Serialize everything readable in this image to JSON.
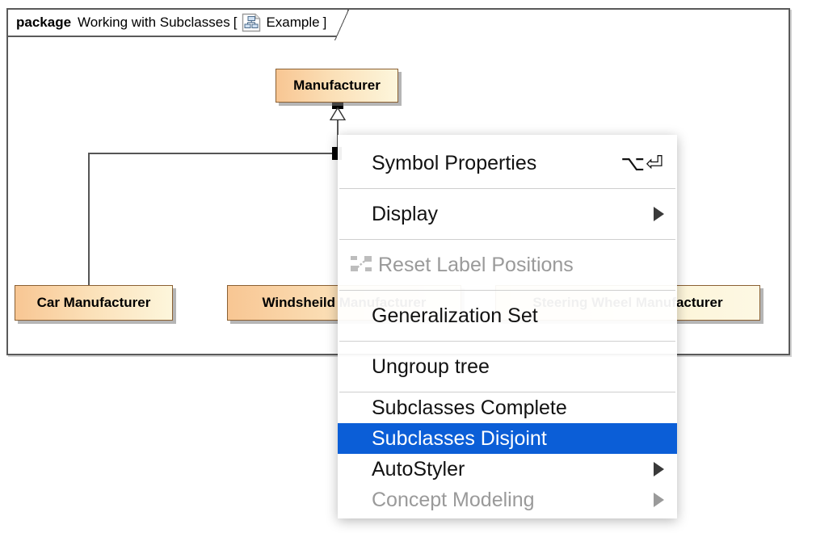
{
  "package": {
    "keyword": "package",
    "name": "Working with Subclasses",
    "bracket_open": "[",
    "bracket_close": "]",
    "diagram_label": "Example",
    "diagram_icon": "diagram-tree-icon"
  },
  "diagram": {
    "classes": [
      {
        "id": "manufacturer",
        "name": "Manufacturer"
      },
      {
        "id": "car",
        "name": "Car Manufacturer"
      },
      {
        "id": "windshield",
        "name": "Windsheild Manufacturer"
      },
      {
        "id": "steering",
        "name": "Steering Wheel Manufacturer"
      }
    ],
    "relationship": "generalization-tree",
    "colors": {
      "class_fill_start": "#f8c693",
      "class_fill_end": "#fdf6dc",
      "class_border": "#8a6033",
      "frame_border": "#5a5a5a",
      "connector": "#555555"
    }
  },
  "context_menu": {
    "highlight_color": "#0b5ed7",
    "items": [
      {
        "label": "Symbol Properties",
        "shortcut": "⌥⏎",
        "enabled": true,
        "submenu": false,
        "selected": false,
        "icon": null
      },
      {
        "label": "Display",
        "shortcut": "",
        "enabled": true,
        "submenu": true,
        "selected": false,
        "icon": null
      },
      {
        "label": "Reset Label Positions",
        "shortcut": "",
        "enabled": false,
        "submenu": false,
        "selected": false,
        "icon": "reset-label-positions-icon"
      },
      {
        "label": "Generalization Set",
        "shortcut": "",
        "enabled": true,
        "submenu": false,
        "selected": false,
        "icon": null
      },
      {
        "label": "Ungroup tree",
        "shortcut": "",
        "enabled": true,
        "submenu": false,
        "selected": false,
        "icon": null
      },
      {
        "label": "Subclasses Complete",
        "shortcut": "",
        "enabled": true,
        "submenu": false,
        "selected": false,
        "icon": null
      },
      {
        "label": "Subclasses Disjoint",
        "shortcut": "",
        "enabled": true,
        "submenu": false,
        "selected": true,
        "icon": null
      },
      {
        "label": "AutoStyler",
        "shortcut": "",
        "enabled": true,
        "submenu": true,
        "selected": false,
        "icon": null
      },
      {
        "label": "Concept Modeling",
        "shortcut": "",
        "enabled": false,
        "submenu": true,
        "selected": false,
        "icon": null
      }
    ]
  }
}
